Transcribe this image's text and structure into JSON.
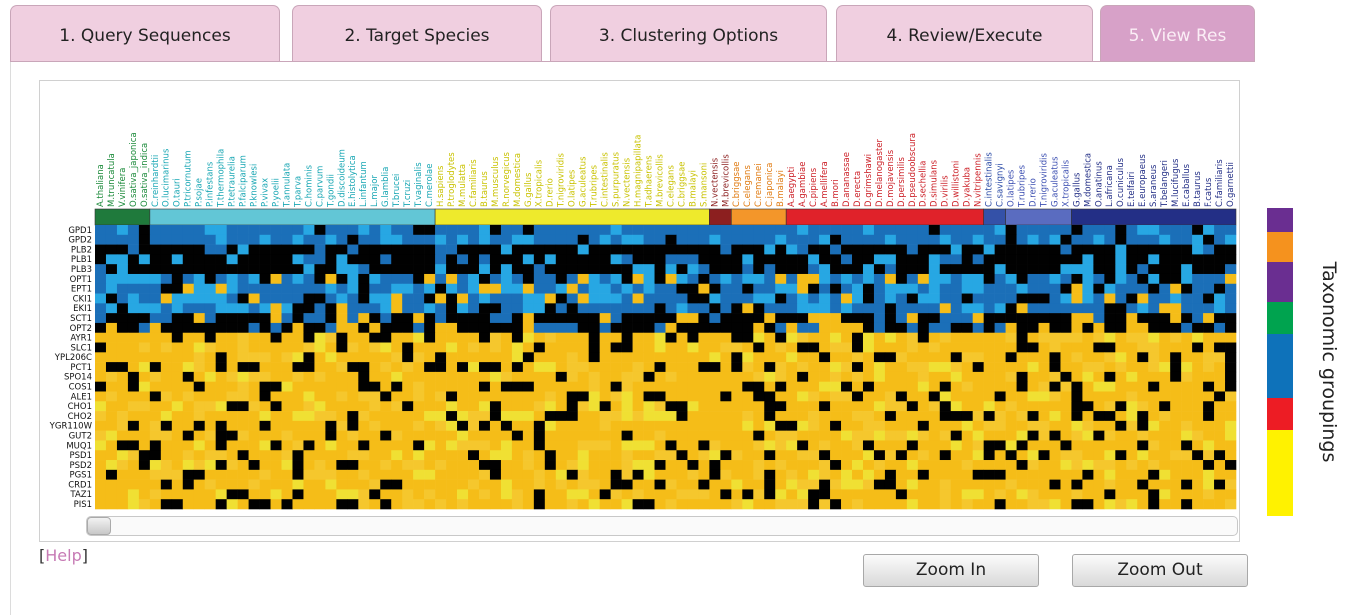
{
  "tabs": [
    {
      "label": "1. Query Sequences",
      "active": false
    },
    {
      "label": "2. Target Species",
      "active": false
    },
    {
      "label": "3. Clustering Options",
      "active": false
    },
    {
      "label": "4. Review/Execute",
      "active": false
    },
    {
      "label": "5. View Res",
      "active": true
    }
  ],
  "help": {
    "open": "[",
    "link": "Help",
    "close": "]"
  },
  "buttons": {
    "zoom_in": "Zoom In",
    "zoom_out": "Zoom Out"
  },
  "legend": {
    "title": "Taxonomic groupings",
    "colors": [
      "#6a2e91",
      "#f5921e",
      "#6a2e91",
      "#00a34f",
      "#0e72ba",
      "#ed1c24",
      "#fff200"
    ]
  },
  "heatmap": {
    "genes": [
      "GPD1",
      "GPD2",
      "PLB2",
      "PLB1",
      "PLB3",
      "OPT1",
      "EPT1",
      "CKI1",
      "EKI1",
      "SCT1",
      "OPT2",
      "AYR1",
      "SLC1",
      "YPL206C",
      "PCT1",
      "SPO14",
      "COS1",
      "ALE1",
      "CHO1",
      "CHO2",
      "YGR110W",
      "GUT2",
      "MUQ1",
      "PSD1",
      "PSD2",
      "PGS1",
      "CRD1",
      "TAZ1",
      "PIS1"
    ],
    "species_groups": [
      {
        "color": "#1f7a3c",
        "label_color": "#1b8a3a",
        "species": [
          "A.thaliana",
          "M.truncatula",
          "V.vinifera",
          "O.sativa_japonica",
          "O.sativa_indica"
        ]
      },
      {
        "color": "#62c6d6",
        "label_color": "#1aa7b4",
        "species": [
          "C.reinhardtii",
          "O.lucimarinus",
          "O.tauri",
          "P.tricornutum",
          "P.sojae",
          "P.infestans",
          "T.thermophila",
          "P.tetraurelia",
          "P.falciparum",
          "P.knowlesi",
          "P.vivax",
          "P.yoelii",
          "T.annulata",
          "T.parva",
          "C.hominis",
          "C.parvum",
          "T.gondii",
          "D.discoideum",
          "E.histolytica",
          "L.infantum",
          "L.major",
          "G.lamblia",
          "T.brucei",
          "T.cruzi",
          "T.vaginalis",
          "C.merolae"
        ]
      },
      {
        "color": "#eeea2c",
        "label_color": "#c9c200",
        "species": [
          "H.sapiens",
          "P.troglodytes",
          "M.mulatta",
          "C.familiaris",
          "B.taurus",
          "M.musculus",
          "R.norvegicus",
          "M.domestica",
          "G.gallus",
          "X.tropicalis",
          "D.rerio",
          "T.nigroviridis",
          "O.latipes",
          "G.aculeatus",
          "T.rubripes",
          "C.intestinalis",
          "S.purpuratus",
          "N.vectensis",
          "H.magnipapillata",
          "T.adhaerens",
          "M.brevicollis",
          "C.elegans",
          "C.briggsae",
          "B.malayi",
          "S.mansoni"
        ]
      },
      {
        "color": "#8c1f1f",
        "label_color": "#8c1f1f",
        "species": [
          "N.vectensis",
          "M.brevicollis"
        ]
      },
      {
        "color": "#f3962a",
        "label_color": "#e07b12",
        "species": [
          "C.briggsae",
          "C.elegans",
          "C.remanei",
          "C.japonica",
          "B.malayi"
        ]
      },
      {
        "color": "#e0222a",
        "label_color": "#cc1f26",
        "species": [
          "A.aegypti",
          "A.gambiae",
          "C.pipiens",
          "A.mellifera",
          "B.mori",
          "D.ananassae",
          "D.erecta",
          "D.grimshawi",
          "D.melanogaster",
          "D.mojavensis",
          "D.persimilis",
          "D.pseudoobscura",
          "D.sechellia",
          "D.simulans",
          "D.virilis",
          "D.willistoni",
          "D.yakuba",
          "N.vitripennis"
        ]
      },
      {
        "color": "#3451a8",
        "label_color": "#2a4aa6",
        "species": [
          "C.intestinalis",
          "C.savignyi"
        ]
      },
      {
        "color": "#5a6cc0",
        "label_color": "#3d50b2",
        "species": [
          "O.latipes",
          "T.rubripes",
          "D.rerio",
          "T.nigroviridis",
          "G.aculeatus",
          "X.tropicalis"
        ]
      },
      {
        "color": "#232f86",
        "label_color": "#232f86",
        "species": [
          "G.gallus",
          "M.domestica",
          "O.anatinus",
          "L.africana",
          "O.cuniculus",
          "E.telfairi",
          "E.europaeus",
          "S.araneus",
          "T.belangeri",
          "M.lucifugus",
          "E.caballus",
          "B.taurus",
          "F.catus",
          "C.familiaris",
          "O.garnettii"
        ]
      }
    ]
  }
}
